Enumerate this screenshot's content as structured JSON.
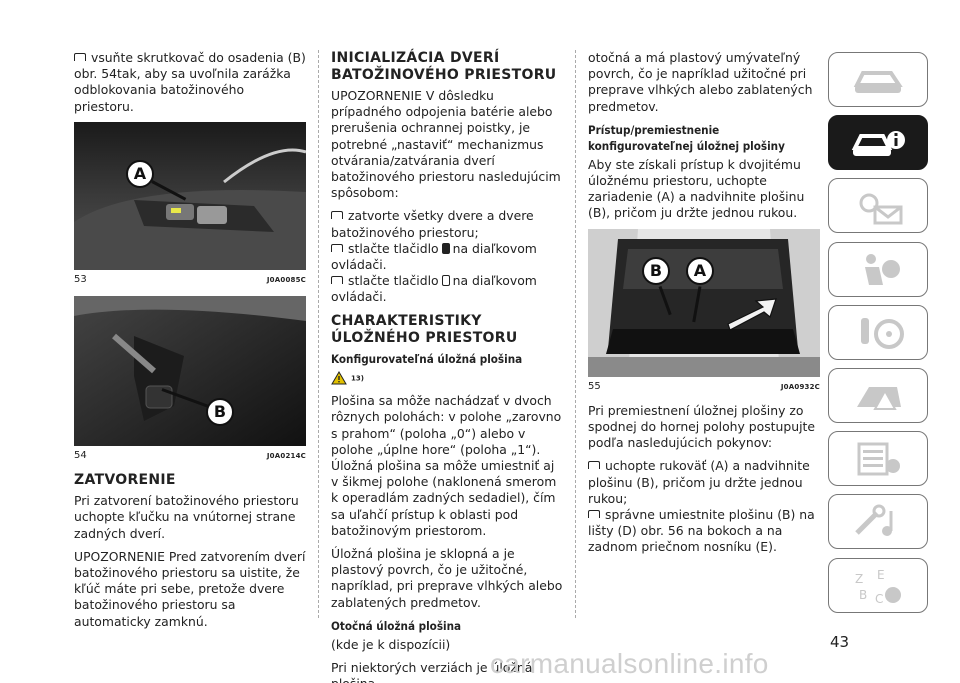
{
  "col1": {
    "bullet1": "vsuňte skrutkovač do osadenia (B) obr. 54tak, aby sa uvoľnila zarážka odblokovania batožinového priestoru.",
    "fig53": {
      "num": "53",
      "code": "J0A0085C",
      "callout": "A"
    },
    "fig54": {
      "num": "54",
      "code": "J0A0214C",
      "callout": "B"
    },
    "heading": "ZATVORENIE",
    "p1": "Pri zatvorení batožinového priestoru uchopte kľučku na vnútornej strane zadných dverí.",
    "p2": "UPOZORNENIE Pred zatvorením dverí batožinového priestoru sa uistite, že kľúč máte pri sebe, pretože dvere batožinového priestoru sa automaticky zamknú."
  },
  "col2": {
    "heading1": "INICIALIZÁCIA DVERÍ BATOŽINOVÉHO PRIESTORU",
    "p1": "UPOZORNENIE V dôsledku prípadného odpojenia batérie alebo prerušenia ochrannej poistky, je potrebné „nastaviť“ mechanizmus otvárania/zatvárania dverí batožinového priestoru nasledujúcim spôsobom:",
    "bullet1": "zatvorte všetky dvere a dvere batožinového priestoru;",
    "bullet2a": "stlačte tlačidlo",
    "bullet2b": "na diaľkovom ovládači.",
    "bullet3a": "stlačte tlačidlo",
    "bullet3b": "na diaľkovom ovládači.",
    "heading2": "CHARAKTERISTIKY ÚLOŽNÉHO PRIESTORU",
    "sub1": "Konfigurovateľná úložná plošina",
    "warn_ref": "13)",
    "p2": "Plošina sa môže nachádzať v dvoch rôznych polohách: v polohe „zarovno s prahom“ (poloha „0“) alebo v polohe „úplne hore“ (poloha „1“). Úložná plošina sa môže umiestniť aj v šikmej polohe (naklonená smerom k operadlám zadných sedadiel), čím sa uľahčí prístup k oblasti pod batožinovým priestorom.",
    "p3": "Úložná plošina je sklopná a je plastový povrch, čo je užitočné, napríklad, pri preprave vlhkých alebo zablatených predmetov.",
    "sub2": "Otočná úložná plošina",
    "p4": "(kde je k dispozícii)",
    "p5": "Pri niektorých verziách je úložná plošina"
  },
  "col3": {
    "p1": "otočná a má plastový umývateľný povrch, čo je napríklad užitočné pri preprave vlhkých alebo zablatených predmetov.",
    "sub1": "Prístup/premiestnenie konfigurovateľnej úložnej plošiny",
    "p2": "Aby ste získali prístup k dvojitému úložnému priestoru, uchopte zariadenie (A) a nadvihnite plošinu (B), pričom ju držte jednou rukou.",
    "fig55": {
      "num": "55",
      "code": "J0A0932C",
      "callout_a": "A",
      "callout_b": "B"
    },
    "p3": "Pri premiestnení úložnej plošiny zo spodnej do hornej polohy postupujte podľa nasledujúcich pokynov:",
    "bullet1": "uchopte rukoväť (A) a nadvihnite plošinu (B), pričom ju držte jednou rukou;",
    "bullet2": "správne umiestnite plošinu (B) na lišty (D) obr. 56 na bokoch a na zadnom priečnom nosníku (E)."
  },
  "side_tabs": [
    {
      "icon": "car-dashboard-icon",
      "active": false
    },
    {
      "icon": "car-info-icon",
      "active": true
    },
    {
      "icon": "light-mail-icon",
      "active": false
    },
    {
      "icon": "airbag-person-icon",
      "active": false
    },
    {
      "icon": "key-steering-icon",
      "active": false
    },
    {
      "icon": "warning-car-icon",
      "active": false
    },
    {
      "icon": "service-checklist-icon",
      "active": false
    },
    {
      "icon": "tools-music-icon",
      "active": false
    },
    {
      "icon": "alphabet-index-icon",
      "active": false
    }
  ],
  "page_number": "43",
  "watermark": "carmanualsonline.info",
  "colors": {
    "active_tab": "#1a1a1a",
    "text": "#222222"
  }
}
